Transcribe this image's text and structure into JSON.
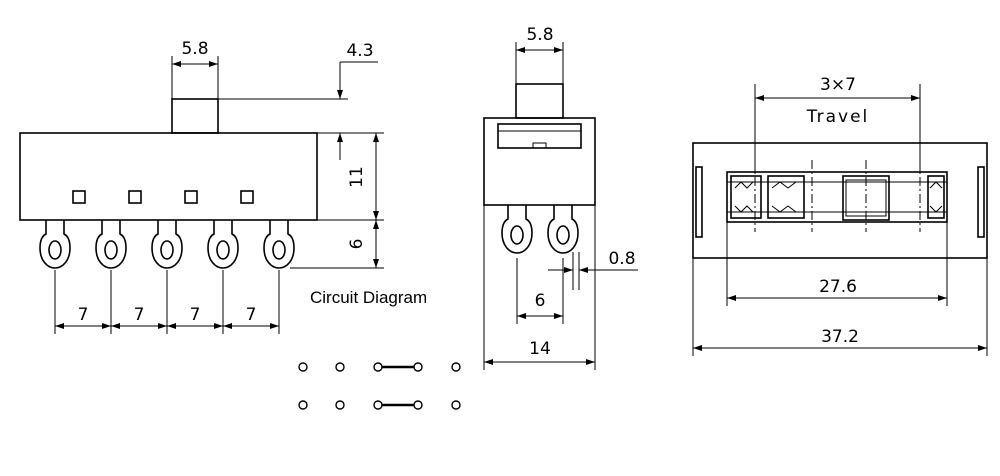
{
  "front_view": {
    "dim_actuator_width": "5.8",
    "dim_actuator_height": "4.3",
    "dim_body_height": "11",
    "dim_terminal_length": "6",
    "dim_pitch": [
      "7",
      "7",
      "7",
      "7"
    ]
  },
  "side_view": {
    "dim_actuator_width": "5.8",
    "dim_terminal_thickness": "0.8",
    "dim_terminal_spacing": "6",
    "dim_body_depth": "14"
  },
  "top_view": {
    "dim_travel": "3×7",
    "travel_label": "Travel",
    "dim_inner_length": "27.6",
    "dim_overall_length": "37.2"
  },
  "circuit": {
    "title": "Circuit Diagram",
    "rows": [
      {
        "nodes": 5,
        "bridge": [
          2,
          3
        ]
      },
      {
        "nodes": 5,
        "bridge": [
          2,
          3
        ]
      }
    ]
  }
}
